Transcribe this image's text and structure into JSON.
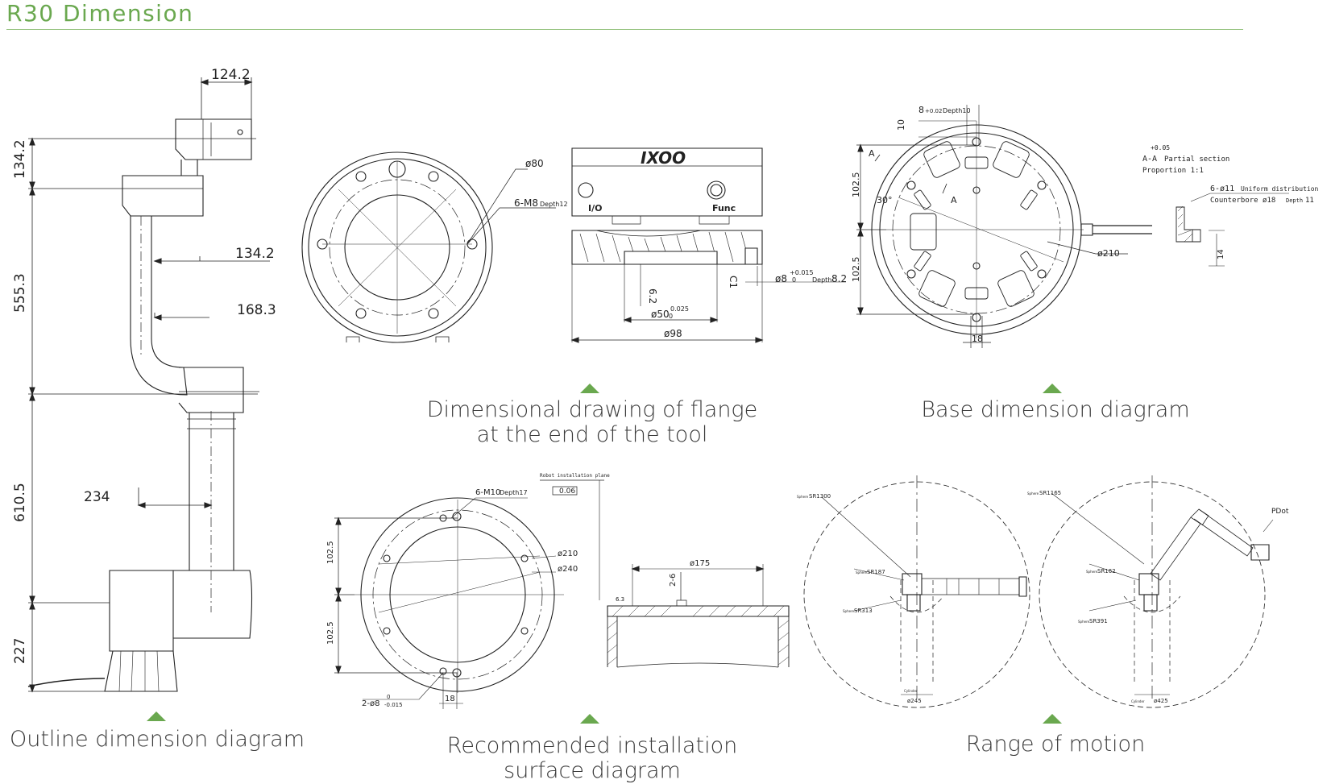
{
  "page": {
    "title": "R30 Dimension",
    "accent_color": "#6aa84f"
  },
  "captions": {
    "outline": "Outline dimension diagram",
    "flange_line1": "Dimensional drawing of flange",
    "flange_line2": "at the end of the tool",
    "base": "Base dimension diagram",
    "install_line1": "Recommended installation",
    "install_line2": "surface diagram",
    "motion": "Range of motion"
  },
  "outline": {
    "d_top": "124.2",
    "d_h1": "134.2",
    "d_w1": "134.2",
    "d_h2": "555.3",
    "d_w2": "168.3",
    "d_h3": "610.5",
    "d_w3": "234",
    "d_h4": "227"
  },
  "flange": {
    "d_80": "ø80",
    "d_m8": "6-M8",
    "d_m8_depth": "Depth12",
    "d_50": "ø50",
    "d_50_tol": "0.025",
    "d_50_tol_low": "0",
    "d_98": "ø98",
    "d_62": "6.2",
    "d_c1": "C1",
    "d_8": "ø8",
    "d_8_tol_up": "+0.015",
    "d_8_tol_low": "0",
    "d_8_depth": "Depth",
    "d_8_val": "8.2",
    "io_label": "I/O",
    "func_label": "Func"
  },
  "base": {
    "d_top": "8",
    "d_top_tol": "+0.02",
    "d_top_depth": "Depth10",
    "d_10": "10",
    "d_1025a": "102.5",
    "d_1025b": "102.5",
    "d_30": "30°",
    "d_a1": "A",
    "d_a2": "A",
    "d_210": "ø210",
    "d_18": "18",
    "section_tol": "+0.05",
    "section_title": "A-A",
    "section_sub": "Partial section",
    "section_prop": "Proportion 1:1",
    "holes": "6-ø11",
    "holes_note": "Uniform distribution",
    "counterbore": "Counterbore ø18",
    "counterbore_depth": "Depth",
    "counterbore_val": "11",
    "d_14": "14"
  },
  "install": {
    "plane_label": "Robot installation plane",
    "flatness": "0.06",
    "d_m10": "6-M10",
    "d_m10_depth": "Depth17",
    "d_210": "ø210",
    "d_240": "ø240",
    "d_1025a": "102.5",
    "d_1025b": "102.5",
    "d_pins": "2-ø8",
    "d_pins_tol": "-0.015",
    "d_pins_tol_up": "0",
    "d_18": "18",
    "d_175": "ø175",
    "d_26": "2-6",
    "d_63": "6.3"
  },
  "motion": {
    "l_sr1300": "SR1300",
    "l_sr187": "SR187",
    "l_sr313": "SR313",
    "l_d245": "ø245",
    "r_sr1165": "SR1165",
    "r_sr162": "SR162",
    "r_sr391": "SR391",
    "r_d425": "ø425",
    "pdot": "PDot",
    "sphere": "Sphere",
    "cylinder": "Cylinder"
  }
}
